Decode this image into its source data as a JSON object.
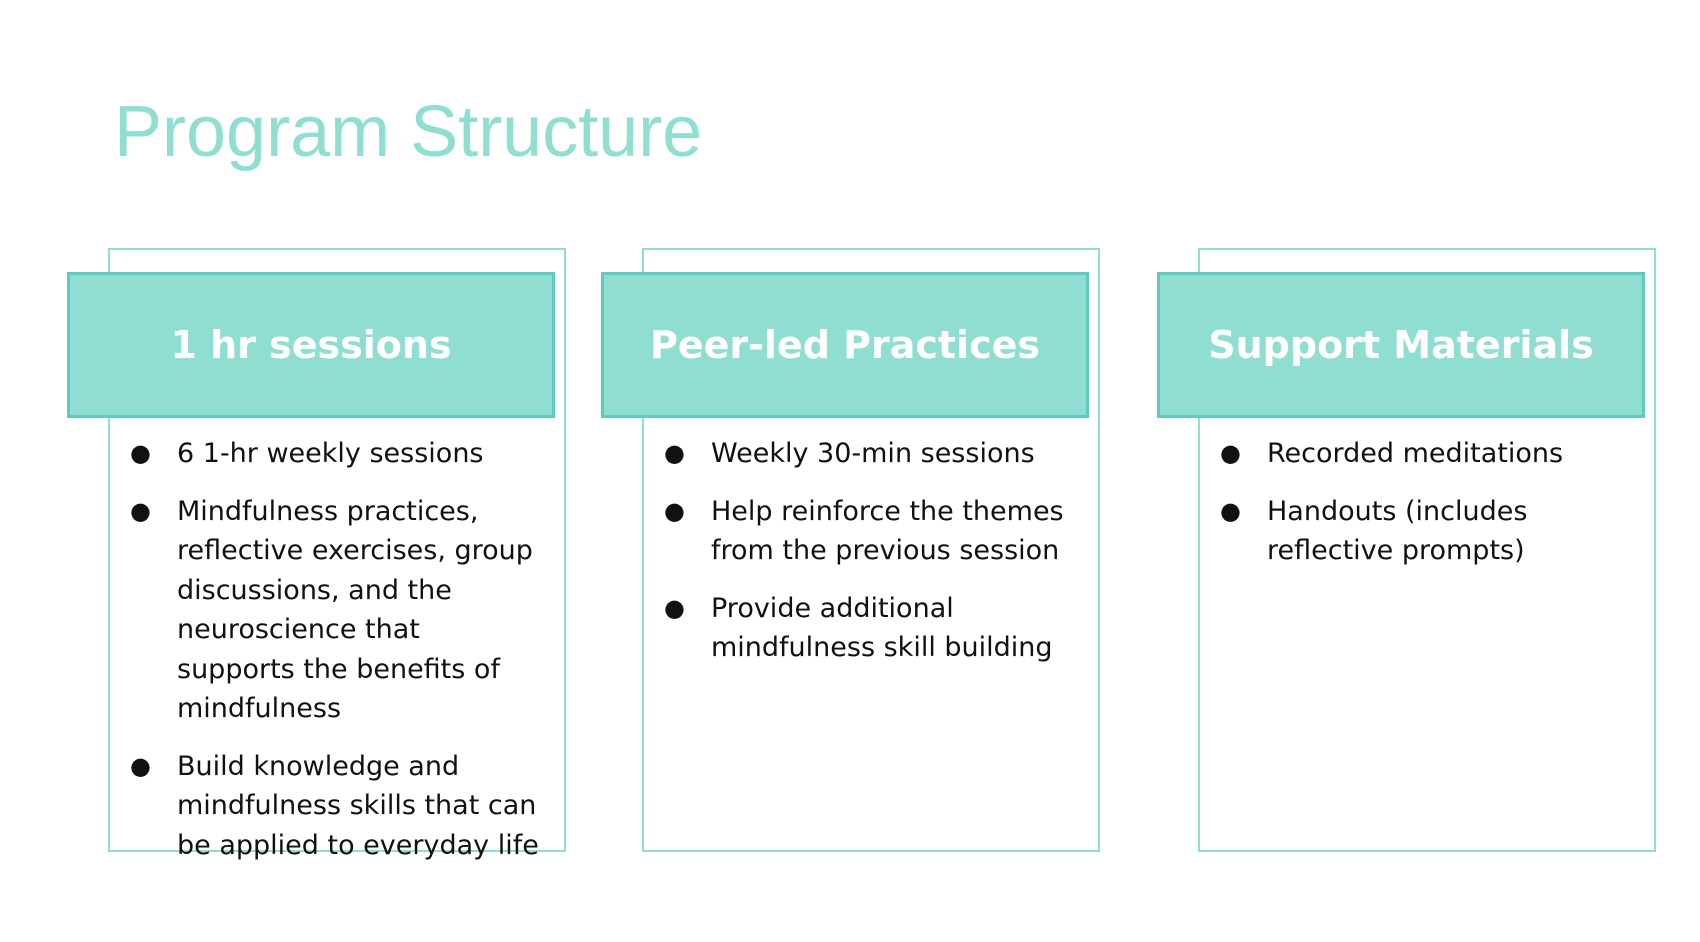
{
  "slide": {
    "title": "Program Structure"
  },
  "colors": {
    "accent": "#8fded1",
    "accent_border": "#5dcbc0",
    "header_text": "#ffffff",
    "body_text": "#111111"
  },
  "bullet_glyph": "●",
  "cards": [
    {
      "title": "1 hr sessions",
      "items": [
        "6 1-hr weekly sessions",
        "Mindfulness practices, reflective exercises, group discussions, and the neuroscience that supports the benefits of mindfulness",
        "Build knowledge and mindfulness skills that can be applied to everyday life"
      ]
    },
    {
      "title": "Peer-led Practices",
      "items": [
        "Weekly 30-min sessions",
        "Help reinforce the themes from the previous session",
        "Provide additional mindfulness skill building"
      ]
    },
    {
      "title": "Support Materials",
      "items": [
        "Recorded meditations",
        "Handouts (includes reflective prompts)"
      ]
    }
  ]
}
